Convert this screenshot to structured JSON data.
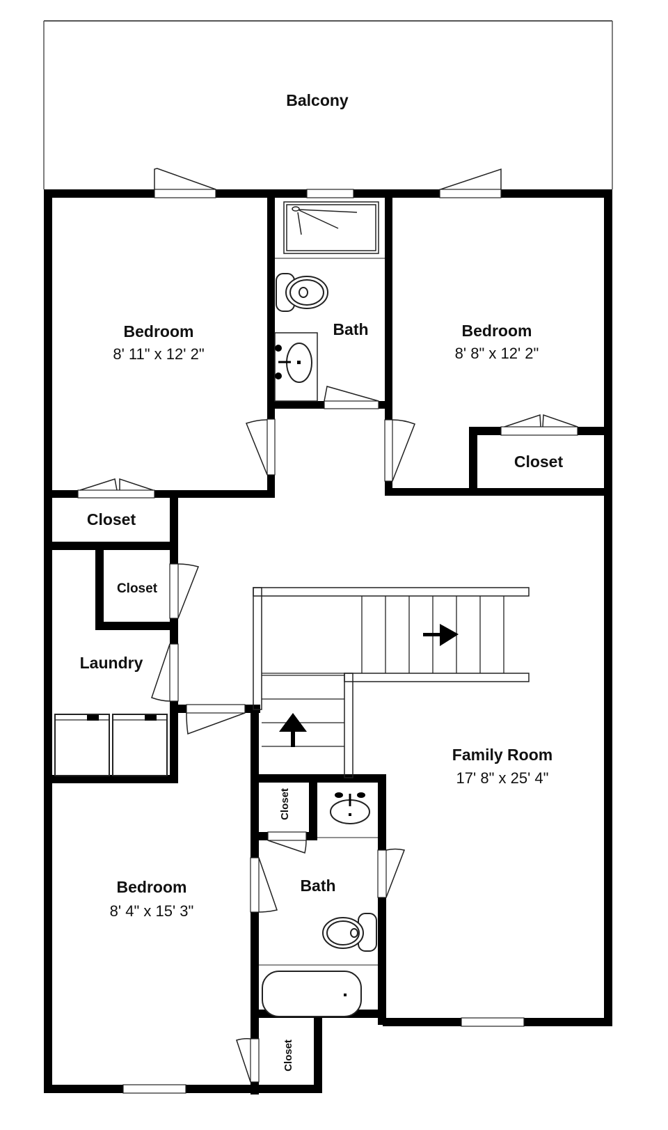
{
  "floor_plan": {
    "colors": {
      "wall": "#000000",
      "background": "#ffffff",
      "text": "#111111"
    },
    "rooms": [
      {
        "id": "balcony",
        "name": "Balcony",
        "dimensions": ""
      },
      {
        "id": "bedroom_nw",
        "name": "Bedroom",
        "dimensions": "8' 11\" x 12' 2\""
      },
      {
        "id": "bath_top",
        "name": "Bath",
        "dimensions": ""
      },
      {
        "id": "bedroom_ne",
        "name": "Bedroom",
        "dimensions": "8' 8\" x 12' 2\""
      },
      {
        "id": "closet_ne",
        "name": "Closet",
        "dimensions": ""
      },
      {
        "id": "closet_w",
        "name": "Closet",
        "dimensions": ""
      },
      {
        "id": "closet_laundry",
        "name": "Closet",
        "dimensions": ""
      },
      {
        "id": "laundry",
        "name": "Laundry",
        "dimensions": ""
      },
      {
        "id": "family_room",
        "name": "Family Room",
        "dimensions": "17' 8\" x 25' 4\""
      },
      {
        "id": "closet_bath",
        "name": "Closet",
        "dimensions": ""
      },
      {
        "id": "bath_bottom",
        "name": "Bath",
        "dimensions": ""
      },
      {
        "id": "bedroom_sw",
        "name": "Bedroom",
        "dimensions": "8' 4\" x 15' 3\""
      },
      {
        "id": "closet_s",
        "name": "Closet",
        "dimensions": ""
      }
    ],
    "icons": {
      "stairs_up_arrow": "arrow-up",
      "stairs_right_arrow": "arrow-right"
    }
  }
}
